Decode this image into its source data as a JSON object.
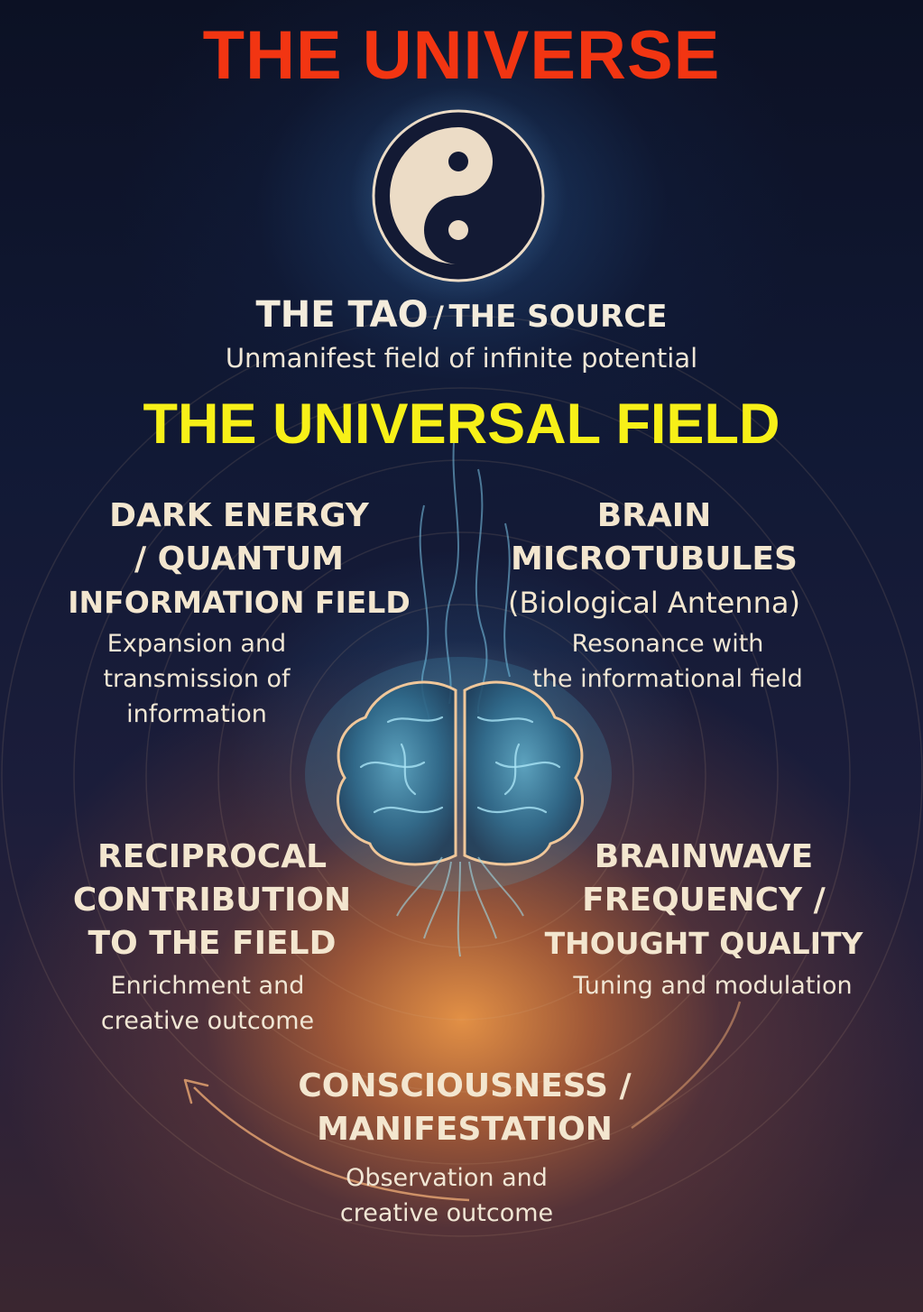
{
  "title": "THE UNIVERSE",
  "source": {
    "title_left": "THE TAO",
    "separator": "/",
    "title_right": "THE SOURCE",
    "subtitle": "Unmanifest field of infinite potential"
  },
  "universal_field": "THE UNIVERSAL FIELD",
  "nodes": {
    "dark_energy": {
      "lines": [
        "DARK ENERGY",
        "/ QUANTUM",
        "INFORMATION FIELD"
      ],
      "desc": [
        "Expansion and",
        "transmission of",
        "information"
      ]
    },
    "microtubules": {
      "lines": [
        "BRAIN",
        "MICROTUBULES",
        "(Biological Antenna)"
      ],
      "desc": [
        "Resonance with",
        "the informational field"
      ]
    },
    "reciprocal": {
      "lines": [
        "RECIPROCAL",
        "CONTRIBUTION",
        "TO THE FIELD"
      ],
      "desc": [
        "Enrichment and",
        "creative outcome"
      ]
    },
    "brainwave": {
      "lines": [
        "BRAINWAVE",
        "FREQUENCY /",
        "THOUGHT QUALITY"
      ],
      "desc": [
        "Tuning and modulation"
      ]
    },
    "consciousness": {
      "lines": [
        "CONSCIOUSNESS /",
        "MANIFESTATION"
      ],
      "desc": [
        "Observation and",
        "creative outcome"
      ]
    }
  },
  "icons": {
    "source_symbol": "yin-yang-icon",
    "center": "brain-icon",
    "cycle": "curved-arrow-icon"
  },
  "colors": {
    "title": "#f23512",
    "universal_field": "#f7f018",
    "text": "#f3e6cf",
    "glow_blue": "#5fb7e0",
    "glow_orange": "#ec9646"
  }
}
